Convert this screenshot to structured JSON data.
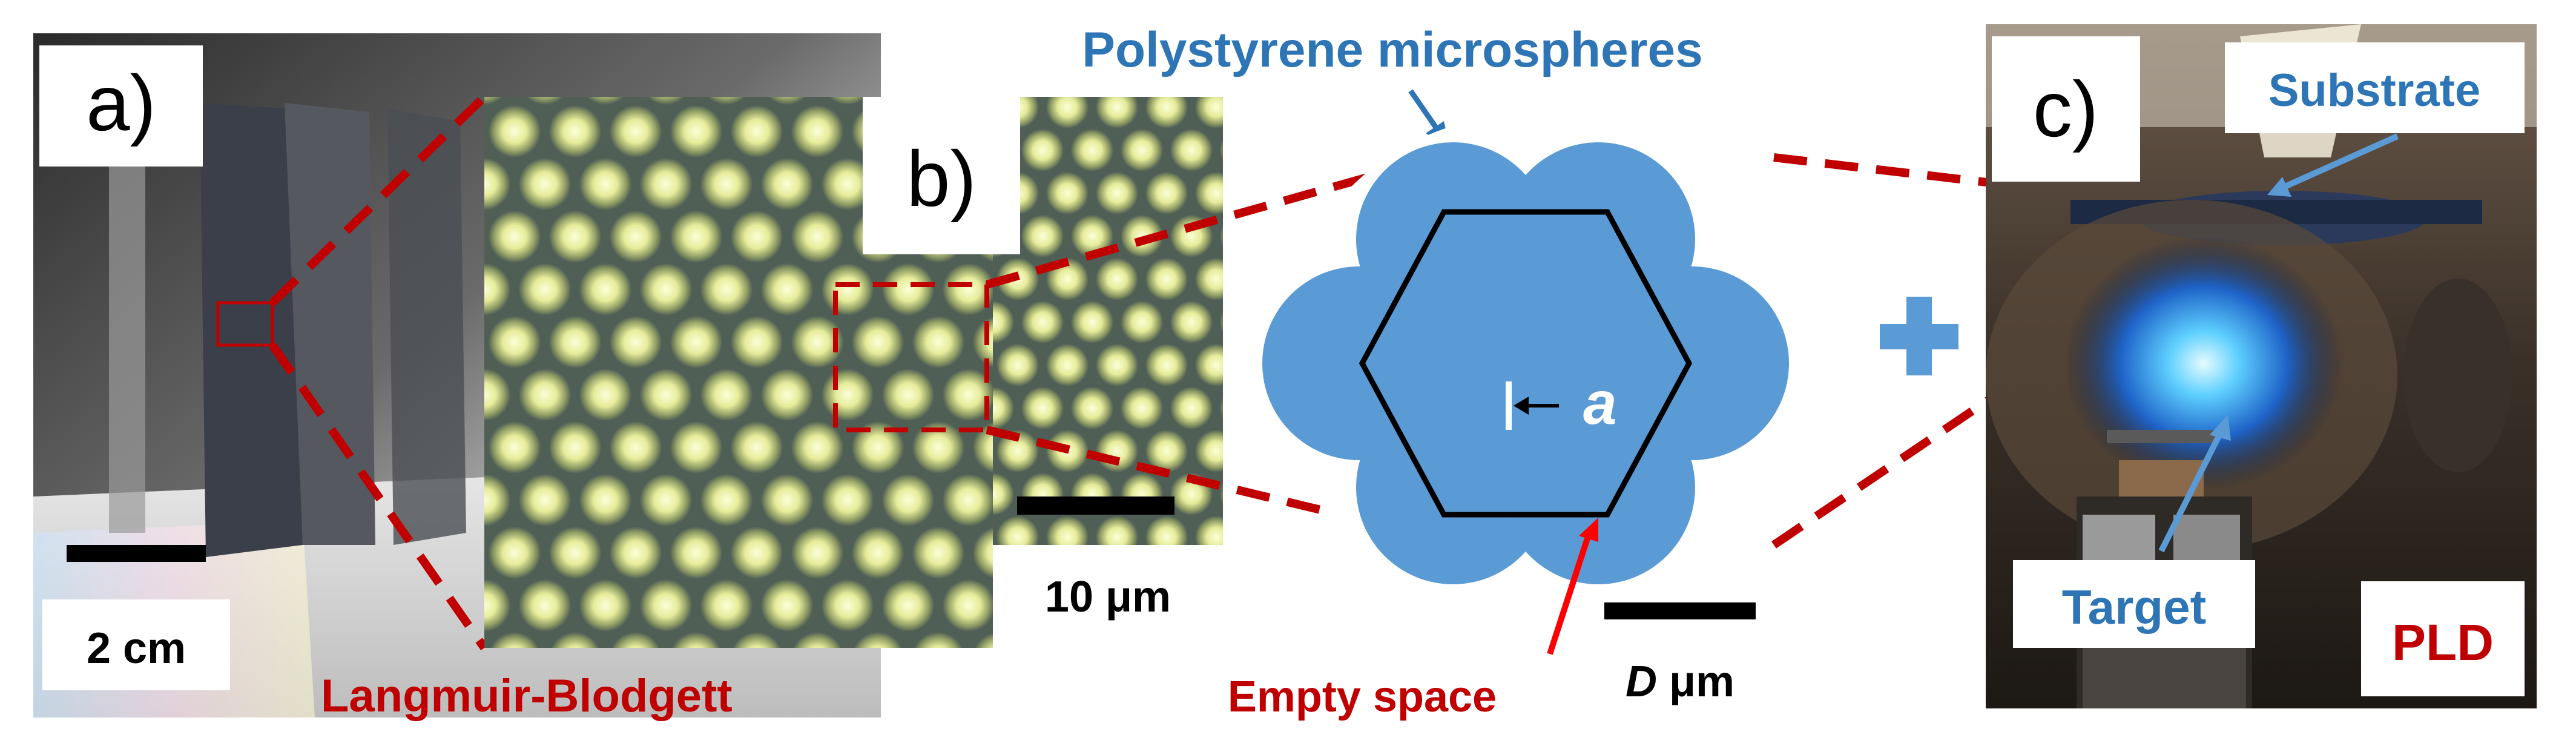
{
  "panels": {
    "a": {
      "label": "a)",
      "scale_bar_label": "2 cm",
      "caption": "Langmuir-Blodgett"
    },
    "b": {
      "label": "b)",
      "scale_bar_label": "10 μm"
    },
    "schematic": {
      "title": "Polystyrene microspheres",
      "gap_label": "a",
      "empty_space_label": "Empty space",
      "diameter_symbol": "D",
      "diameter_unit": " μm",
      "plus_symbol": "+"
    },
    "c": {
      "label": "c)",
      "substrate_label": "Substrate",
      "target_label": "Target",
      "method_label": "PLD"
    }
  },
  "colors": {
    "sphere_blue": "#5b9bd5",
    "label_blue": "#2e75b6",
    "accent_red": "#c00000",
    "gap_red": "#ff0000",
    "plasma_blue": "#35a8ff"
  }
}
